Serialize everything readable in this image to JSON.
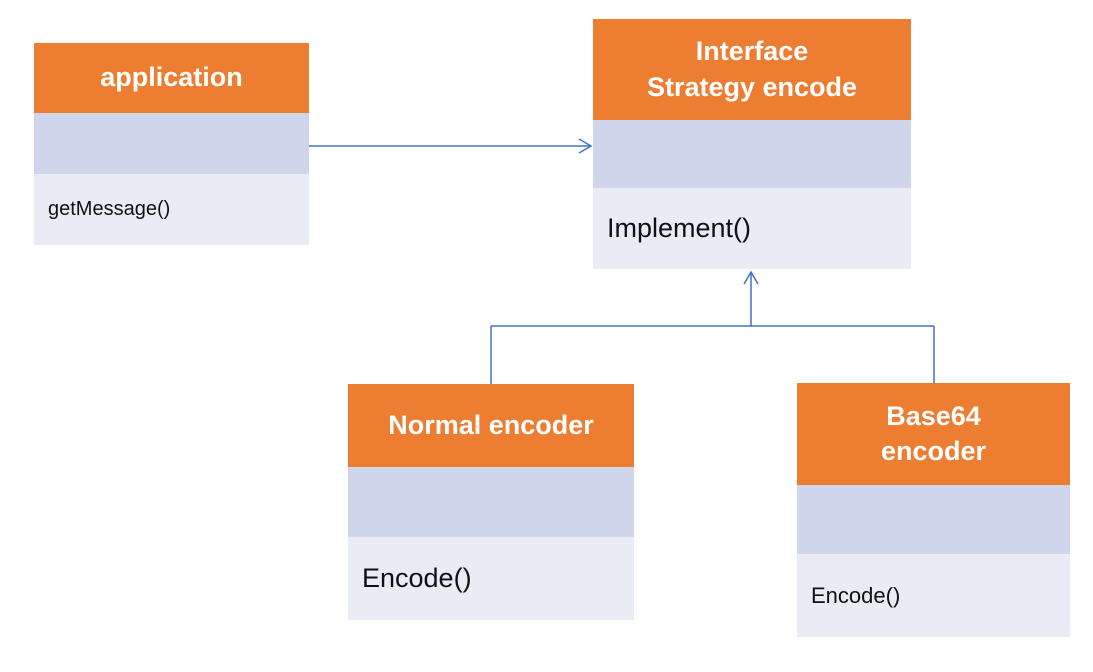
{
  "classes": {
    "application": {
      "name": "application",
      "method": "getMessage()"
    },
    "strategy": {
      "name_line1": "Interface",
      "name_line2": "Strategy encode",
      "method": "Implement()"
    },
    "normal": {
      "name": "Normal encoder",
      "method": "Encode()"
    },
    "base64": {
      "name_line1": "Base64",
      "name_line2": "encoder",
      "method": "Encode()"
    }
  },
  "colors": {
    "header": "#ED7D31",
    "attributes": "#CFD5EA",
    "operations": "#E9EBF5",
    "connector": "#4472C4"
  }
}
